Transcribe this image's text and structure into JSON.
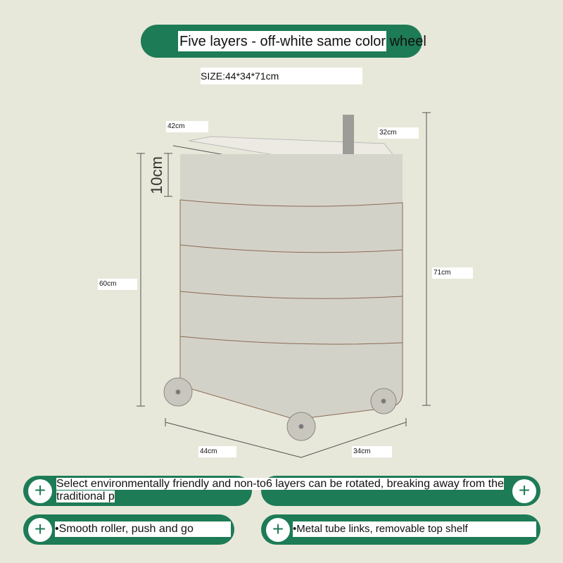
{
  "header": {
    "title": "Five layers - off-white   same color wheel",
    "size": "SIZE:44*34*71cm"
  },
  "dimensions": {
    "top_width": "42cm",
    "top_depth": "32cm",
    "layer_height": "10cm",
    "body_height": "60cm",
    "total_height": "71cm",
    "base_width": "44cm",
    "base_depth": "34cm"
  },
  "features": [
    {
      "icon": "plus-icon",
      "text": "Select environmentally friendly and non-to6 layers can be rotated, breaking away from the traditional p"
    },
    {
      "icon": "bullet-icon",
      "text": "•Smooth roller, push and go"
    },
    {
      "icon": "bullet-icon",
      "text": "•Metal tube links, removable top shelf"
    }
  ],
  "colors": {
    "accent": "#1d7b55",
    "background": "#e8e8da",
    "cabinet": "#d3d2c8"
  }
}
